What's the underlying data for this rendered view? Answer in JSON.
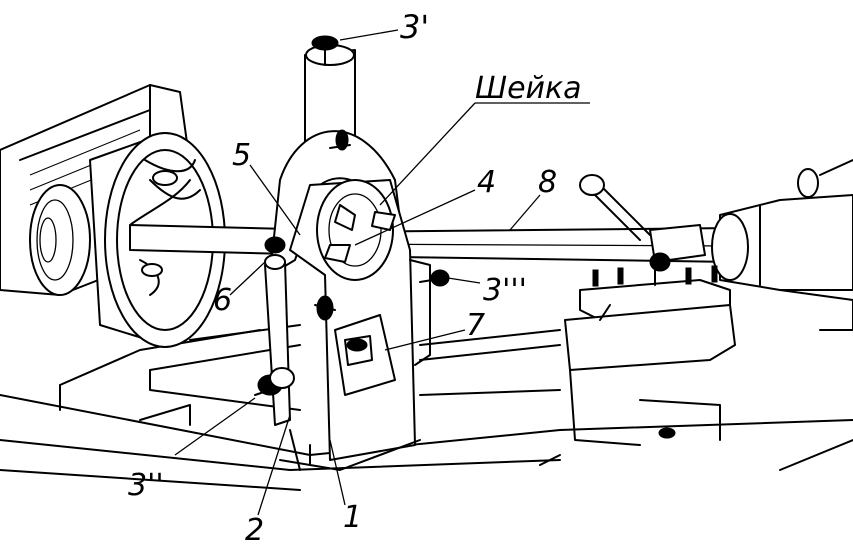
{
  "labels": {
    "top_clamp": "3'",
    "neck": "Шейка",
    "part_4": "4",
    "part_5": "5",
    "part_8": "8",
    "side_clamp": "3'''",
    "part_6": "6",
    "part_7": "7",
    "lower_clamp": "3''",
    "part_2": "2",
    "part_1": "1"
  }
}
